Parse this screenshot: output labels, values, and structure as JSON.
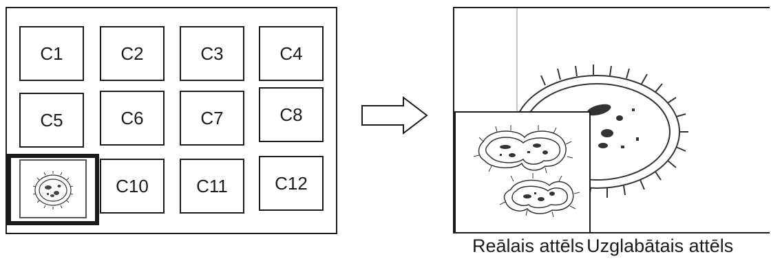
{
  "cells": [
    "C1",
    "C2",
    "C3",
    "C4",
    "C5",
    "C6",
    "C7",
    "C8",
    "",
    "C10",
    "C11",
    "C12"
  ],
  "captions": {
    "real": "Reālais attēls",
    "stored": "Uzglabātais attēls"
  }
}
